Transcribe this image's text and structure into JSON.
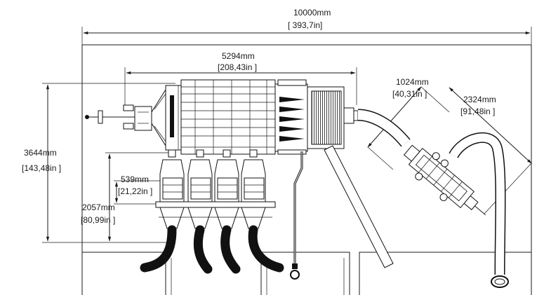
{
  "dimensions": {
    "overall_width": {
      "mm": "10000mm",
      "in": "[ 393,7in]"
    },
    "machine_length": {
      "mm": "5294mm",
      "in": "[208,43in ]"
    },
    "arm_length": {
      "mm": "1024mm",
      "in": "[40,31in ]"
    },
    "hose_length": {
      "mm": "2324mm",
      "in": "[91,48in ]"
    },
    "overall_depth": {
      "mm": "3644mm",
      "in": "[143,48in ]"
    },
    "hopper_height": {
      "mm": "539mm",
      "in": "[21,22in ]"
    },
    "hopper_offset": {
      "mm": "2057mm",
      "in": "[80,99in ]"
    }
  },
  "colors": {
    "line": "#1a1a1a",
    "fill": "#ffffff",
    "dark": "#151515"
  }
}
